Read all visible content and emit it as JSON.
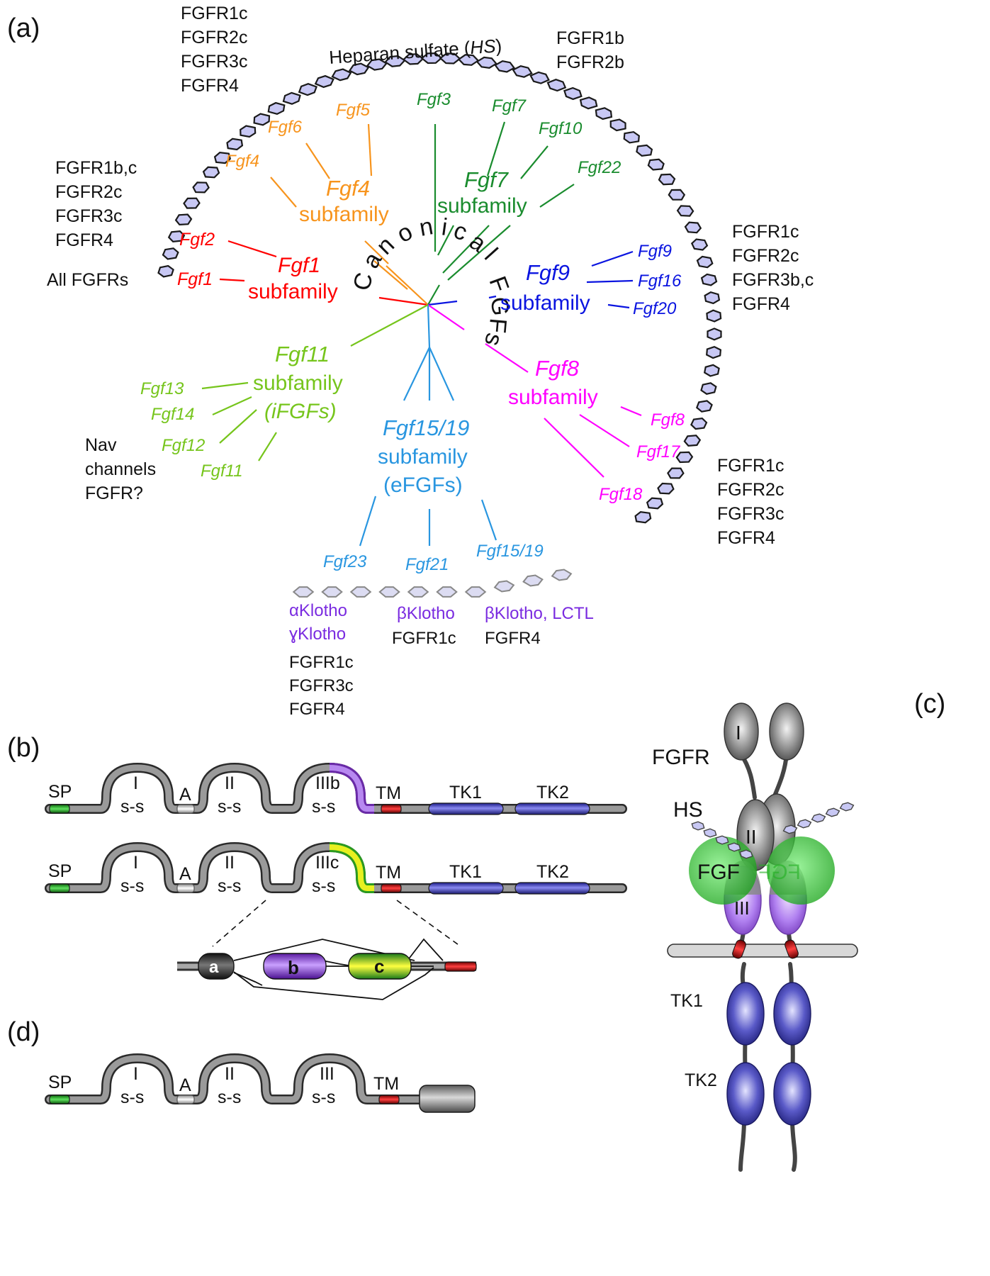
{
  "panels": {
    "a": "(a)",
    "b": "(b)",
    "c": "(c)",
    "d": "(d)"
  },
  "colors": {
    "fgf1": "#ff0000",
    "fgf4": "#f7941d",
    "fgf7": "#1a8c2e",
    "fgf9": "#0a14e0",
    "fgf8": "#ff00ff",
    "fgf15": "#2996e0",
    "fgf11": "#76c51c",
    "klotho": "#7a2be0",
    "hs": "#c8c8f4",
    "membrane": "#dcdcdc",
    "tk": "#3c3ccc",
    "tm": "#b20000",
    "sp": "#1e9e1e",
    "iiib": "#9a55e6"
  },
  "panel_a": {
    "hs_label": "Heparan sulfate (HS)",
    "canonical_label": "Canonical FGFs",
    "receptor_groups": {
      "top_left": [
        "FGFR1c",
        "FGFR2c",
        "FGFR3c",
        "FGFR4"
      ],
      "left": [
        "FGFR1b,c",
        "FGFR2c",
        "FGFR3c",
        "FGFR4"
      ],
      "all": "All FGFRs",
      "top_right": [
        "FGFR1b",
        "FGFR2b"
      ],
      "right": [
        "FGFR1c",
        "FGFR2c",
        "FGFR3b,c",
        "FGFR4"
      ],
      "bottom_right": [
        "FGFR1c",
        "FGFR2c",
        "FGFR3c",
        "FGFR4"
      ],
      "nav": [
        "Nav",
        "channels",
        "FGFR?"
      ]
    },
    "subfamilies": {
      "fgf1": {
        "name": "Fgf1",
        "sub": "subfamily",
        "members": [
          "Fgf2",
          "Fgf1"
        ]
      },
      "fgf4": {
        "name": "Fgf4",
        "sub": "subfamily",
        "members": [
          "Fgf4",
          "Fgf6",
          "Fgf5"
        ]
      },
      "fgf7": {
        "name": "Fgf7",
        "sub": "subfamily",
        "members": [
          "Fgf3",
          "Fgf7",
          "Fgf10",
          "Fgf22"
        ]
      },
      "fgf9": {
        "name": "Fgf9",
        "sub": "subfamily",
        "members": [
          "Fgf9",
          "Fgf16",
          "Fgf20"
        ]
      },
      "fgf8": {
        "name": "Fgf8",
        "sub": "subfamily",
        "members": [
          "Fgf8",
          "Fgf17",
          "Fgf18"
        ]
      },
      "fgf15": {
        "name": "Fgf15/19",
        "sub": "subfamily",
        "extra": "(eFGFs)",
        "members": [
          "Fgf23",
          "Fgf21",
          "Fgf15/19"
        ]
      },
      "fgf11": {
        "name": "Fgf11",
        "sub": "subfamily",
        "extra": "(iFGFs)",
        "members": [
          "Fgf13",
          "Fgf14",
          "Fgf12",
          "Fgf11"
        ]
      }
    },
    "klotho": {
      "fgf23": {
        "coreceptors": [
          "αKlotho",
          "ɣKlotho"
        ],
        "receptors": [
          "FGFR1c",
          "FGFR3c",
          "FGFR4"
        ]
      },
      "fgf21": {
        "coreceptors": [
          "βKlotho"
        ],
        "receptors": [
          "FGFR1c"
        ]
      },
      "fgf19": {
        "coreceptors": [
          "βKlotho, LCTL"
        ],
        "receptors": [
          "FGFR4"
        ]
      }
    }
  },
  "panel_b": {
    "row1": {
      "sp": "SP",
      "d1": "I",
      "a": "A",
      "d2": "II",
      "d3": "IIIb",
      "ss": "s-s",
      "tm": "TM",
      "tk1": "TK1",
      "tk2": "TK2"
    },
    "row2": {
      "sp": "SP",
      "d1": "I",
      "a": "A",
      "d2": "II",
      "d3": "IIIc",
      "ss": "s-s",
      "tm": "TM",
      "tk1": "TK1",
      "tk2": "TK2"
    },
    "exons": [
      "a",
      "b",
      "c"
    ]
  },
  "panel_c": {
    "fgfr": "FGFR",
    "hs": "HS",
    "fgf": "FGF",
    "d1": "I",
    "d2": "II",
    "d3": "III",
    "tk1": "TK1",
    "tk2": "TK2"
  },
  "panel_d": {
    "sp": "SP",
    "d1": "I",
    "a": "A",
    "d2": "II",
    "d3": "III",
    "ss": "s-s",
    "tm": "TM"
  }
}
